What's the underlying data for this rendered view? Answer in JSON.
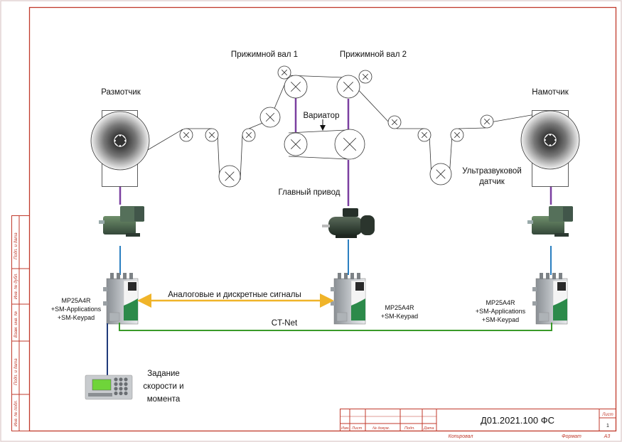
{
  "labels": {
    "unwinder": "Размотчик",
    "winder": "Намотчик",
    "pinch_roll_1": "Прижимной вал 1",
    "pinch_roll_2": "Прижимной вал 2",
    "variator": "Вариатор",
    "main_drive": "Главный привод",
    "ultrasonic_sensor_line1": "Ультразвуковой",
    "ultrasonic_sensor_line2": "датчик",
    "analog_signals": "Аналоговые и дискретные сигналы",
    "ct_net": "CT-Net",
    "setpoint_line1": "Задание",
    "setpoint_line2": "скорости и",
    "setpoint_line3": "момента"
  },
  "drives": [
    {
      "model": "MP25A4R",
      "options": [
        "+SM-Applications",
        "+SM-Keypad"
      ]
    },
    {
      "model": "MP25A4R",
      "options": [
        "+SM-Keypad"
      ]
    },
    {
      "model": "MP25A4R",
      "options": [
        "+SM-Applications",
        "+SM-Keypad"
      ]
    }
  ],
  "side_stamp": [
    "Подп. и дата",
    "Инв. № дубл.",
    "Взам. инв. №",
    "Подп. и дата",
    "Инв. № подл."
  ],
  "title_block": {
    "columns": [
      "Изм.",
      "Лист",
      "№ докум.",
      "Подп.",
      "Дата"
    ],
    "designation": "Д01.2021.100 ФС",
    "sheet_label": "Лист",
    "sheet_number": "1",
    "copied_label": "Копировал",
    "format_label": "Формат",
    "format_value": "А3"
  },
  "colors": {
    "frame": "#c0392b",
    "mech_link": "#7b3fa0",
    "motor_link": "#2a7fc1",
    "analog_arrow": "#f0b429",
    "ctnet": "#3a9a2a",
    "keypad_link": "#1f3a7a"
  }
}
